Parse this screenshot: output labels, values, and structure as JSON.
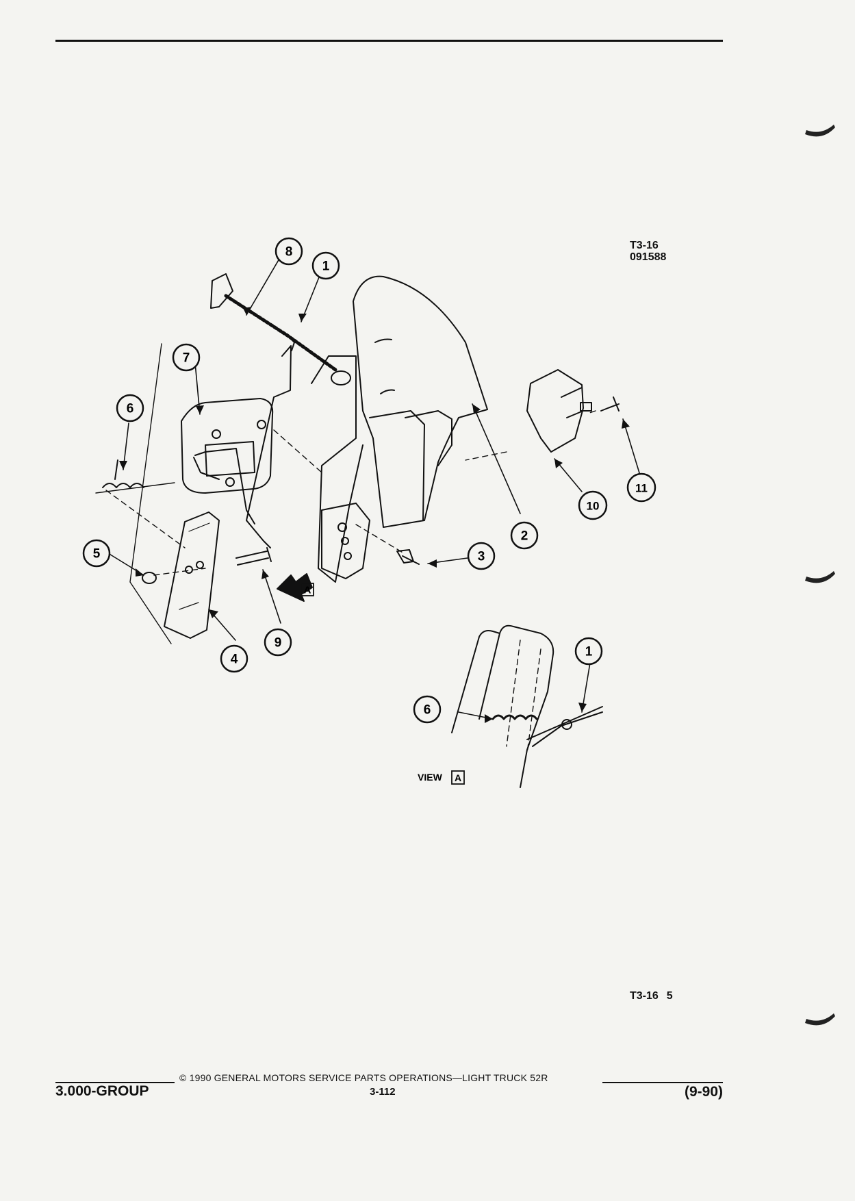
{
  "header": {
    "figure_code": "T3-16",
    "figure_number": "091588"
  },
  "diagram": {
    "callouts": [
      "8",
      "1",
      "7",
      "6",
      "5",
      "4",
      "9",
      "3",
      "2",
      "10",
      "11"
    ],
    "view_a": {
      "callouts": [
        "1",
        "6"
      ],
      "marker": "A",
      "label": "VIEW"
    },
    "arrow_marker": "A"
  },
  "page_ref": {
    "code": "T3-16",
    "index": "5"
  },
  "footer": {
    "group": "3.000-GROUP",
    "copyright": "© 1990 GENERAL MOTORS SERVICE PARTS OPERATIONS—LIGHT TRUCK 52R",
    "page_number": "3-112",
    "date": "(9-90)"
  }
}
